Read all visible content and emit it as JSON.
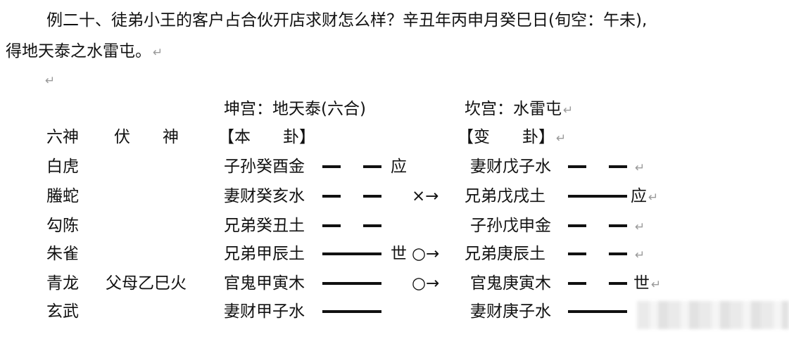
{
  "return_mark": "↵",
  "intro": {
    "line1": "例二十、徒弟小王的客户占合伙开店求财怎么样？辛丑年丙申月癸巳日(旬空：午未),",
    "line2": "得地天泰之水雷屯。"
  },
  "header": {
    "ben_palace": "坤宫：地天泰(六合)",
    "bian_palace": "坎宫：水雷屯",
    "col_liushen": "六神",
    "col_fushen": "伏　　神",
    "col_ben": "【本　　卦】",
    "col_bian": "【变　　卦】"
  },
  "rows": [
    {
      "liushen": "白虎",
      "fushen": "",
      "ben": "子孙癸酉金",
      "ben_line": "yin",
      "ben_mark": "应",
      "move": "",
      "bian": "妻财戊子水",
      "bian_line": "yin",
      "bian_mark": ""
    },
    {
      "liushen": "螣蛇",
      "fushen": "",
      "ben": "妻财癸亥水",
      "ben_line": "yin",
      "ben_mark": "",
      "move": "×→",
      "bian": "兄弟戊戌土",
      "bian_line": "yang",
      "bian_mark": "应"
    },
    {
      "liushen": "勾陈",
      "fushen": "",
      "ben": "兄弟癸丑土",
      "ben_line": "yin",
      "ben_mark": "",
      "move": "",
      "bian": "子孙戊申金",
      "bian_line": "yin",
      "bian_mark": ""
    },
    {
      "liushen": "朱雀",
      "fushen": "",
      "ben": "兄弟甲辰土",
      "ben_line": "yang",
      "ben_mark": "世",
      "move": "○→",
      "bian": "兄弟庚辰土",
      "bian_line": "yin",
      "bian_mark": ""
    },
    {
      "liushen": "青龙",
      "fushen": "父母乙巳火",
      "ben": "官鬼甲寅木",
      "ben_line": "yang",
      "ben_mark": "",
      "move": "○→",
      "bian": "官鬼庚寅木",
      "bian_line": "yin",
      "bian_mark": "世"
    },
    {
      "liushen": "玄武",
      "fushen": "",
      "ben": "妻财甲子水",
      "ben_line": "yang",
      "ben_mark": "",
      "move": "",
      "bian": "妻财庚子水",
      "bian_line": "yang",
      "bian_mark": ""
    }
  ]
}
